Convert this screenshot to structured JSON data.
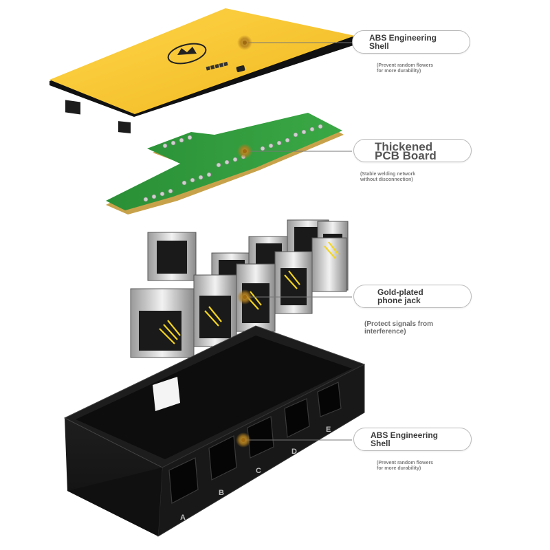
{
  "callouts": [
    {
      "title": "ABS Engineering\nShell",
      "note": "(Prevent random flowers\nfor more durability)"
    },
    {
      "title": "Thickened\nPCB Board",
      "note": "(Stable welding network\nwithout disconnection)"
    },
    {
      "title": "Gold-plated\nphone jack",
      "note": "(Protect signals from\ninterference)"
    },
    {
      "title": "ABS Engineering\nShell",
      "note": "(Prevent random flowers\nfor more durability)"
    }
  ],
  "port_letters": [
    "A",
    "B",
    "C",
    "D",
    "E"
  ],
  "colors": {
    "cover_yellow": "#f5c431",
    "pcb_green": "#2f9a3a",
    "housing_black": "#151515",
    "callout_border": "#b9b9b9"
  },
  "icons": [
    "logo-emblem-icon",
    "certification-mark-icon"
  ]
}
